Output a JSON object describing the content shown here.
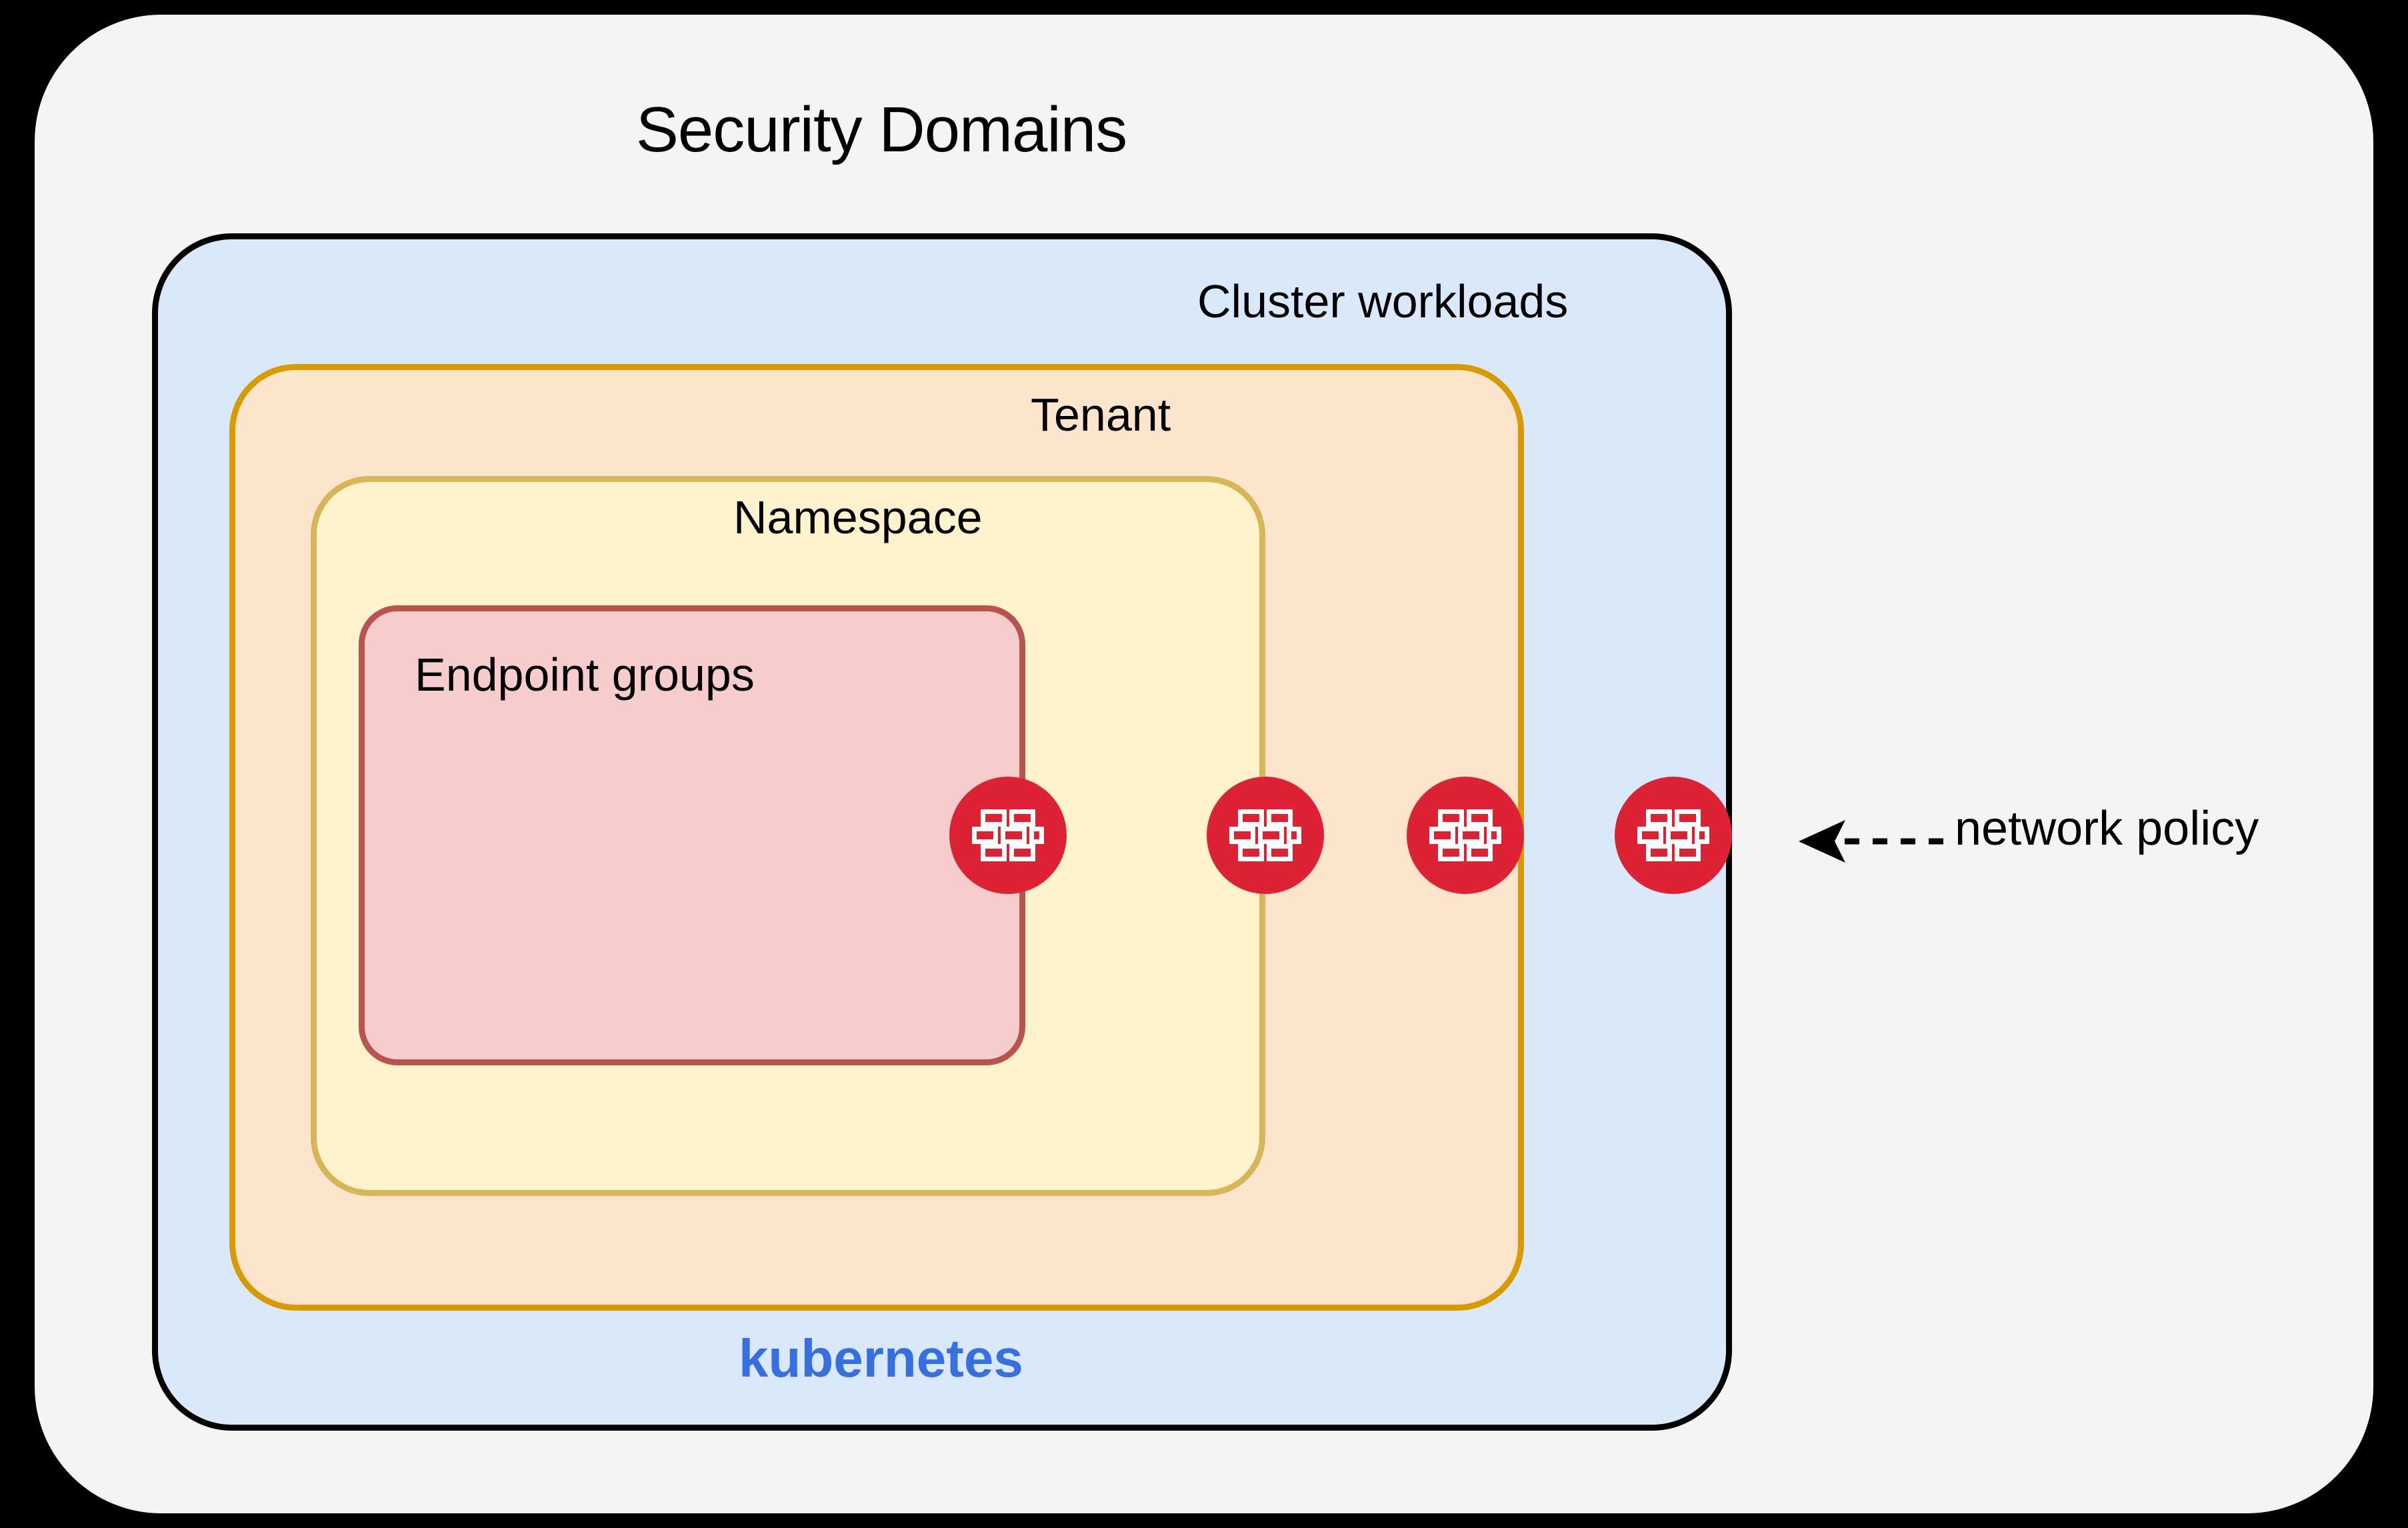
{
  "diagram": {
    "title": "Security Domains",
    "background_color": "#F4F4F4",
    "outer_color": "#000000",
    "boxes": [
      {
        "key": "cluster",
        "label": "Cluster workloads",
        "fill": "#DAE8FC",
        "stroke": "#000000"
      },
      {
        "key": "tenant",
        "label": "Tenant",
        "fill": "#FDE4CD",
        "stroke": "#D79B00"
      },
      {
        "key": "namespace",
        "label": "Namespace",
        "fill": "#FFF2CC",
        "stroke": "#D6B656"
      },
      {
        "key": "endpoint",
        "label": "Endpoint groups",
        "fill": "#F7CCCC",
        "stroke": "#B85450"
      }
    ],
    "platform": {
      "label": "kubernetes",
      "color": "#3670E0"
    },
    "nodes": [
      {
        "key": "fw-1",
        "icon": "firewall-brick-icon",
        "color": "#DD2233"
      },
      {
        "key": "fw-2",
        "icon": "firewall-brick-icon",
        "color": "#DD2233"
      },
      {
        "key": "fw-3",
        "icon": "firewall-brick-icon",
        "color": "#DD2233"
      },
      {
        "key": "fw-4",
        "icon": "firewall-brick-icon",
        "color": "#DD2233"
      }
    ],
    "annotation": {
      "label": "network policy",
      "arrow": "dashed-arrow-left",
      "color": "#000000"
    }
  }
}
